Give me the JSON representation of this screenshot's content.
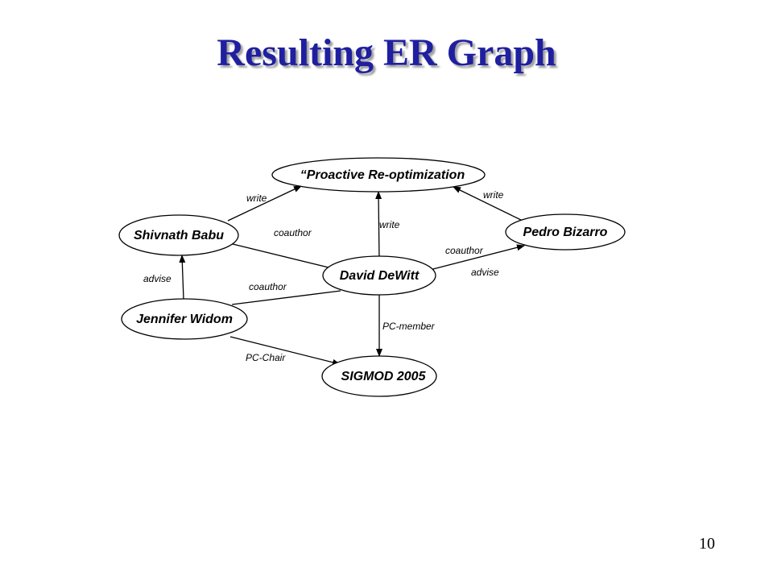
{
  "title": "Resulting ER Graph",
  "page_number": "10",
  "nodes": {
    "paper": "“Proactive Re-optimization",
    "shivnath": "Shivnath Babu",
    "pedro": "Pedro Bizarro",
    "dewitt": "David DeWitt",
    "widom": "Jennifer Widom",
    "sigmod": "SIGMOD 2005"
  },
  "edges": {
    "shivnath_write": "write",
    "pedro_write": "write",
    "dewitt_write": "write",
    "shivnath_dewitt_coauthor": "coauthor",
    "dewitt_pedro_coauthor": "coauthor",
    "dewitt_pedro_advise": "advise",
    "widom_shivnath_advise": "advise",
    "widom_dewitt_coauthor": "coauthor",
    "dewitt_sigmod_pcmember": "PC-member",
    "widom_sigmod_pcchair": "PC-Chair"
  }
}
